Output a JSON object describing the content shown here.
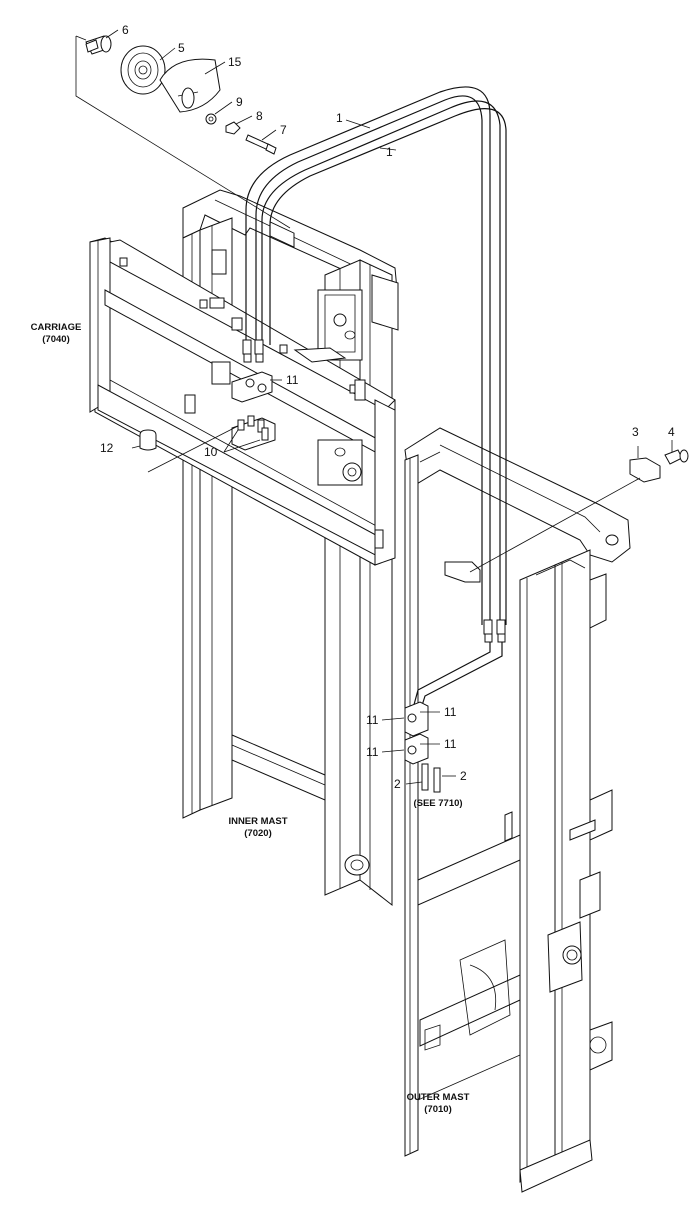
{
  "diagram": {
    "sections": [
      {
        "id": "carriage",
        "name": "CARRIAGE",
        "ref": "(7040)"
      },
      {
        "id": "inner_mast",
        "name": "INNER MAST",
        "ref": "(7020)"
      },
      {
        "id": "outer_mast",
        "name": "OUTER MAST",
        "ref": "(7010)"
      }
    ],
    "see_note": "(SEE 7710)",
    "callouts": [
      {
        "id": "c6",
        "text": "6"
      },
      {
        "id": "c5",
        "text": "5"
      },
      {
        "id": "c15",
        "text": "15"
      },
      {
        "id": "c9",
        "text": "9"
      },
      {
        "id": "c8",
        "text": "8"
      },
      {
        "id": "c7",
        "text": "7"
      },
      {
        "id": "c1a",
        "text": "1"
      },
      {
        "id": "c1b",
        "text": "1"
      },
      {
        "id": "c11_top",
        "text": "11"
      },
      {
        "id": "c10",
        "text": "10"
      },
      {
        "id": "c12",
        "text": "12"
      },
      {
        "id": "c3",
        "text": "3"
      },
      {
        "id": "c4",
        "text": "4"
      },
      {
        "id": "c11_l1",
        "text": "11"
      },
      {
        "id": "c11_r1",
        "text": "11"
      },
      {
        "id": "c11_l2",
        "text": "11"
      },
      {
        "id": "c11_r2",
        "text": "11"
      },
      {
        "id": "c2_l",
        "text": "2"
      },
      {
        "id": "c2_r",
        "text": "2"
      }
    ]
  }
}
